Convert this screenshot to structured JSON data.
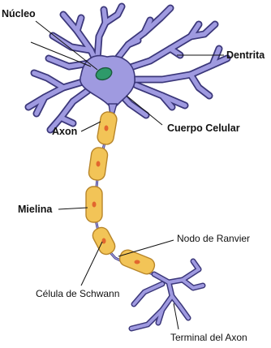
{
  "labels": {
    "nucleus": "Núcleo",
    "dendrite": "Dentrita",
    "axon": "Axon",
    "cell_body": "Cuerpo Celular",
    "myelin": "Mielina",
    "node_of_ranvier": "Nodo de Ranvier",
    "schwann_cell": "Célula de Schwann",
    "axon_terminal": "Terminal del Axon"
  },
  "colors": {
    "neuron_fill": "#9f9ae0",
    "neuron_outline": "#3b377a",
    "nucleus_fill": "#2e9a6a",
    "nucleus_outline": "#1c5a3c",
    "myelin_fill": "#f2c457",
    "myelin_outline": "#b8862a",
    "schwann_nucleus": "#e2662e",
    "leader_line": "#111111"
  }
}
